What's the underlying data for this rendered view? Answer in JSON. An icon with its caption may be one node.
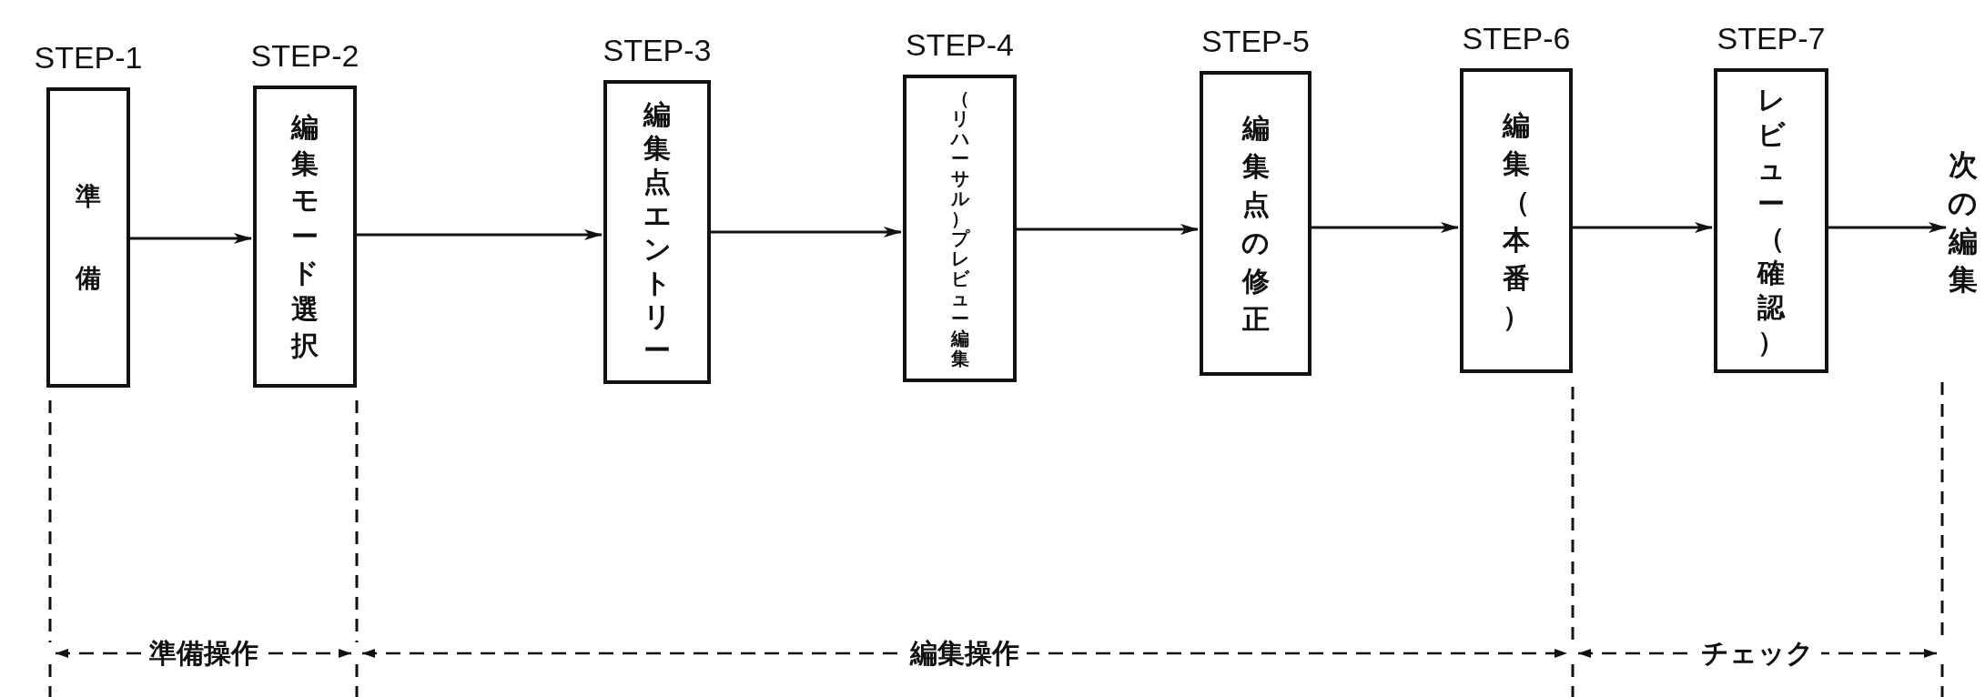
{
  "diagram": {
    "nodes": [
      {
        "text": [
          "STEP-1",
          "準備"
        ]
      },
      {
        "text": [
          "STEP-2",
          "編集モード選択"
        ]
      },
      {
        "text": [
          "STEP-3",
          "編集点エントリー"
        ]
      },
      {
        "text": [
          "STEP-4",
          "（リハーサル）プレビュー編集"
        ]
      },
      {
        "text": [
          "STEP-5",
          "編集点の修正"
        ]
      },
      {
        "text": [
          "STEP-6",
          "編集（本番）"
        ]
      },
      {
        "text": [
          "STEP-7",
          "レビュー（確認）"
        ]
      },
      {
        "text": [
          "次の編集"
        ]
      }
    ],
    "edges": [
      {
        "from": 0,
        "to": 1,
        "arrow": "to"
      },
      {
        "from": 1,
        "to": 2,
        "arrow": "to"
      },
      {
        "from": 2,
        "to": 3,
        "arrow": "to"
      },
      {
        "from": 3,
        "to": 4,
        "arrow": "to"
      },
      {
        "from": 4,
        "to": 5,
        "arrow": "to"
      },
      {
        "from": 5,
        "to": 6,
        "arrow": "to"
      },
      {
        "from": 6,
        "to": 7,
        "arrow": "to"
      }
    ],
    "labels": [
      "準備操作",
      "編集操作",
      "チェック"
    ]
  }
}
